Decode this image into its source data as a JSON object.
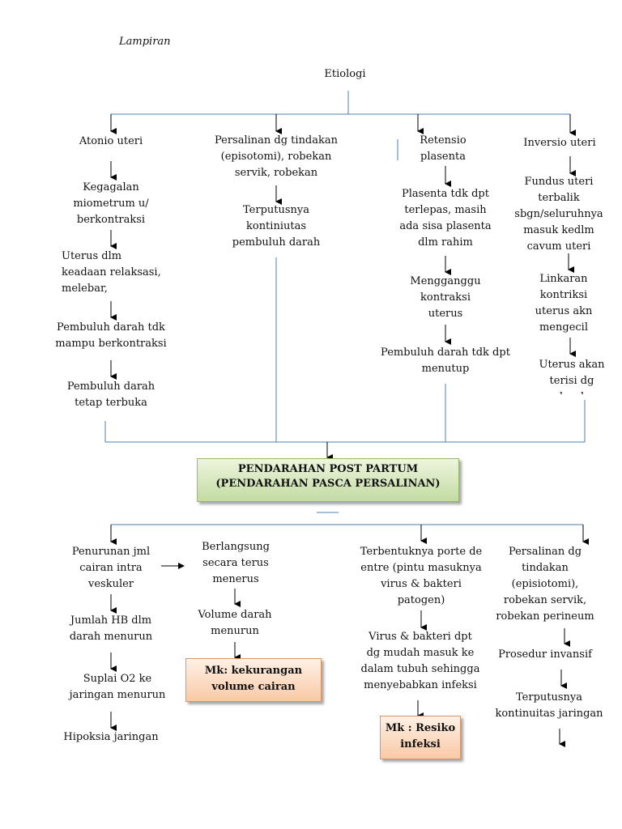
{
  "header": {
    "lampiran": "Lampiran",
    "etiologi": "Etiologi"
  },
  "branches": {
    "atonio": {
      "title": "Atonio uteri",
      "s1": "Kegagalan\nmiometrum u/\nberkontraksi",
      "s2": "Uterus dlm\nkeadaan relaksasi,\nmelebar,\nlembek",
      "s3": "Pembuluh darah tdk\nmampu berkontraksi",
      "s4": "Pembuluh darah\ntetap terbuka"
    },
    "persalinan": {
      "title": "Persalinan dg tindakan\n(episotomi), robekan\nservik, robekan",
      "s1": "Terputusnya\nkontiniutas\npembuluh darah"
    },
    "retensio": {
      "title": "Retensio\nplasenta",
      "s1": "Plasenta tdk dpt\nterlepas, masih\nada sisa plasenta\ndlm rahim",
      "s2": "Mengganggu\nkontraksi\nuterus",
      "s3": "Pembuluh darah tdk dpt\nmenutup"
    },
    "inversio": {
      "title": "Inversio uteri",
      "s1": "Fundus uteri\nterbalik\nsbgn/seluruhnya\nmasuk kedlm\ncavum uteri",
      "s2": "Linkaran\nkontriksi\nuterus akn\nmengecil",
      "s3": "Uterus akan\nterisi dg\ndarah"
    }
  },
  "main": {
    "line1": "PENDARAHAN POST PARTUM",
    "line2": "(PENDARAHAN PASCA PERSALINAN)"
  },
  "bottom": {
    "col1": {
      "s1": "Penurunan jml\ncairan intra\nveskuler",
      "s2": "Jumlah HB dlm\ndarah menurun",
      "s3": "Suplai O2 ke\njaringan menurun",
      "s4": "Hipoksia jaringan"
    },
    "col2": {
      "s1": "Berlangsung\nsecara terus\nmenerus",
      "s2": "Volume darah\nmenurun",
      "mk": "Mk: kekurangan\nvolume cairan"
    },
    "col3": {
      "s1": "Terbentuknya porte de\nentre (pintu masuknya\nvirus & bakteri\npatogen)",
      "s2": "Virus & bakteri dpt\ndg mudah masuk ke\ndalam tubuh sehingga\nmenyebabkan infeksi",
      "mk": "Mk : Resiko\ninfeksi"
    },
    "col4": {
      "s1": "Persalinan dg\ntindakan\n(episiotomi),\nrobekan servik,\nrobekan perineum",
      "s2": "Prosedur invansif",
      "s3": "Terputusnya\nkontinuitas jaringan"
    }
  },
  "colors": {
    "line": "#4a7fb5",
    "arrow": "#000000",
    "main_border": "#97b96a",
    "mk_border": "#d9966a"
  }
}
